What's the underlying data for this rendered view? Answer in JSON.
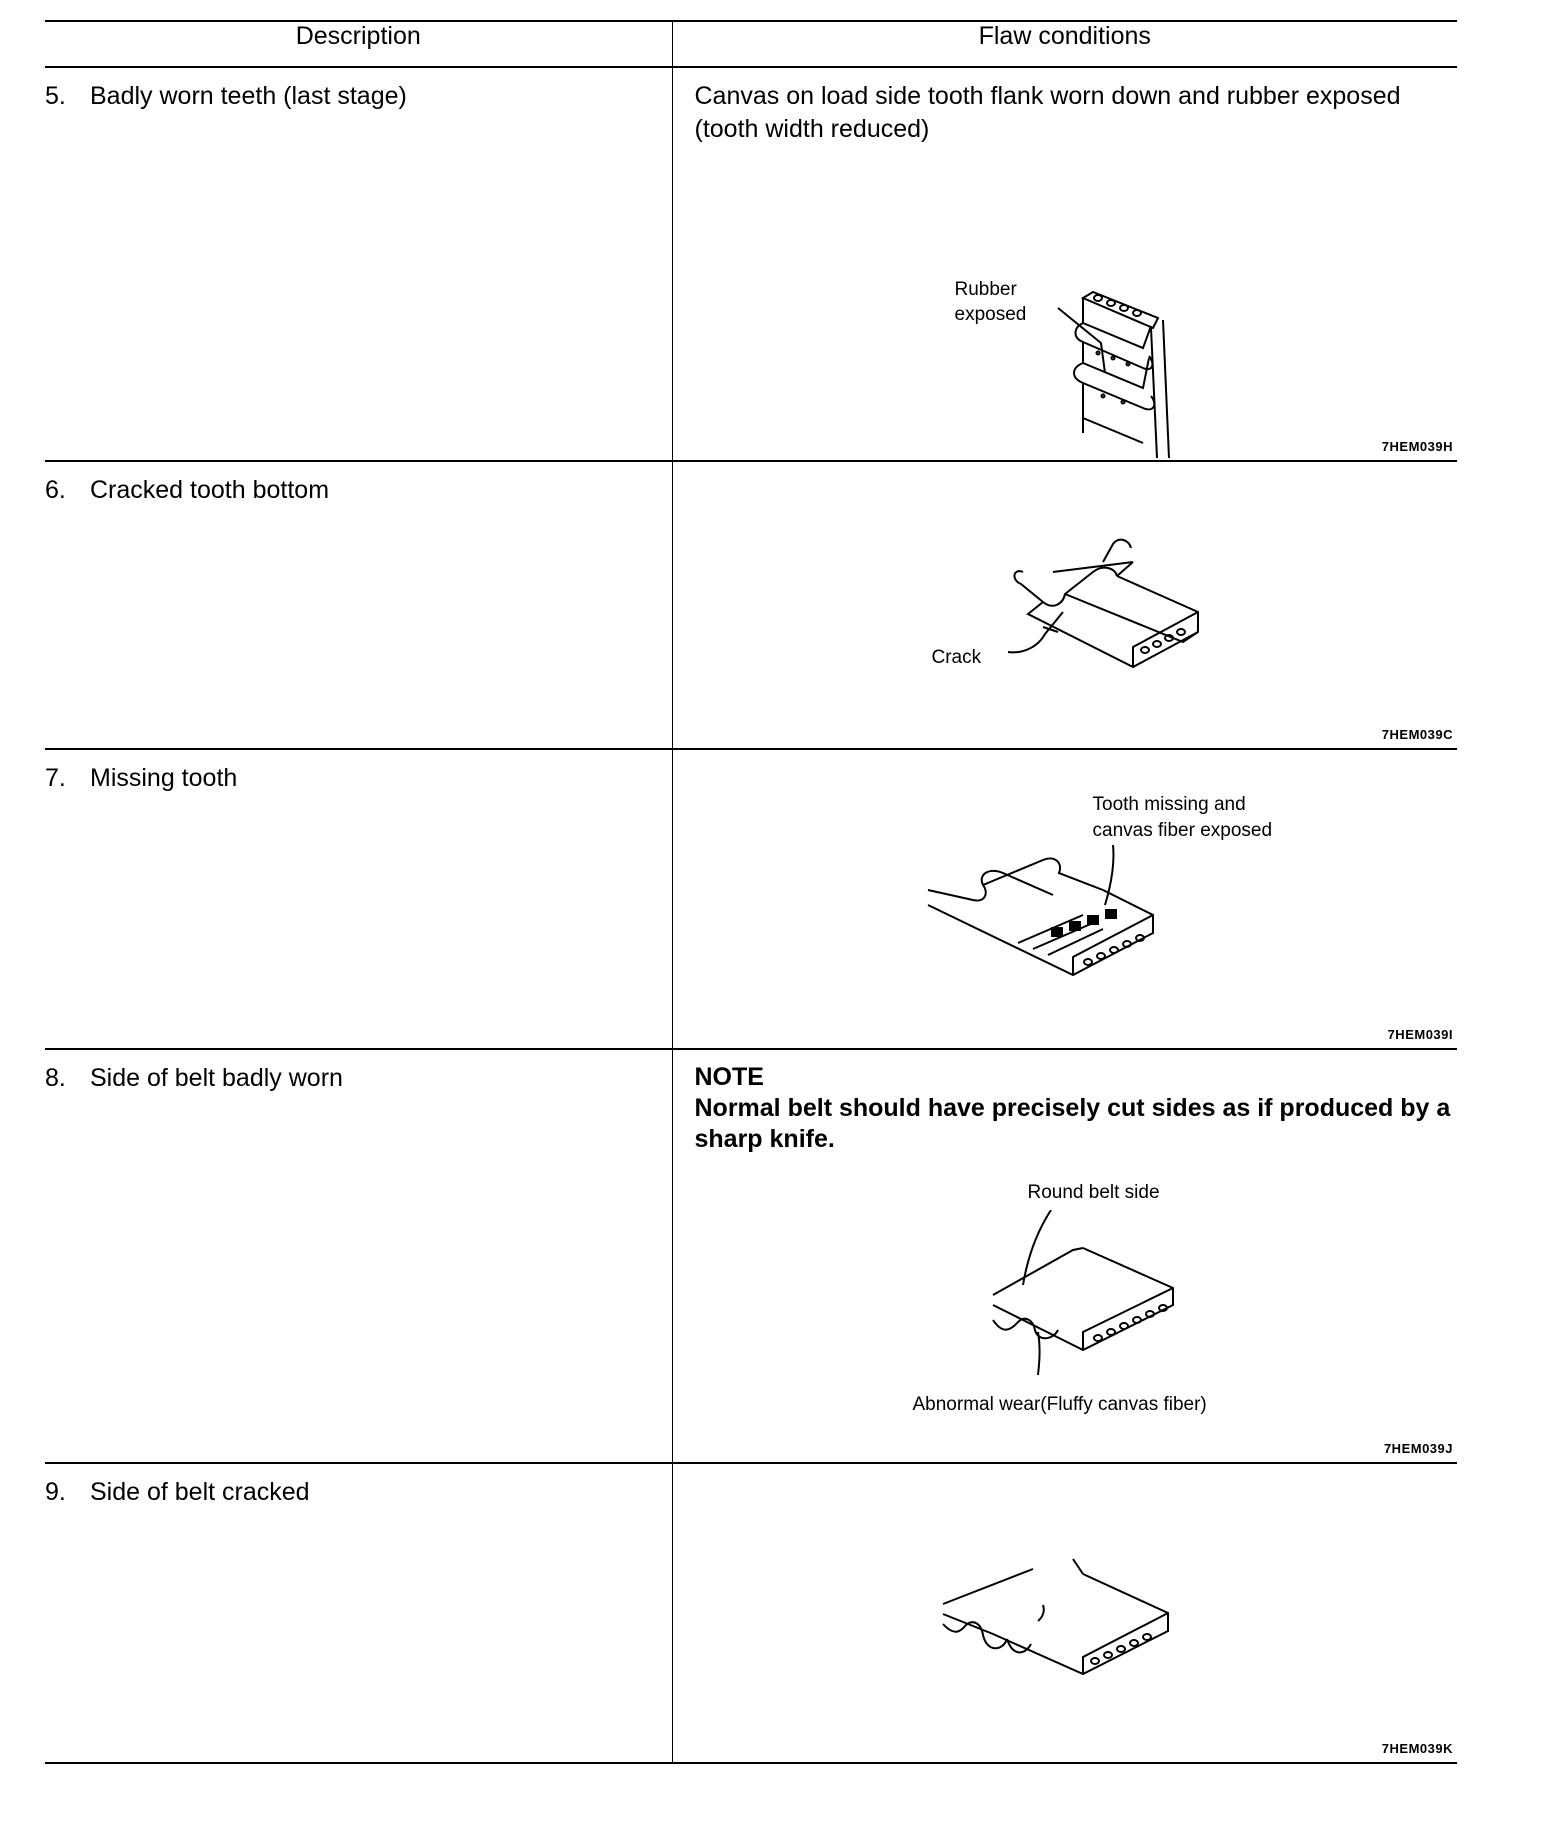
{
  "table": {
    "headers": {
      "description": "Description",
      "flaw_conditions": "Flaw conditions"
    },
    "rows": [
      {
        "number": "5.",
        "description": "Badly worn teeth (last stage)",
        "condition_text": "Canvas on load side tooth flank worn down and rubber exposed (tooth width reduced)",
        "figure": {
          "icon": "worn-teeth-belt-illustration",
          "labels": [
            "Rubber",
            "exposed"
          ]
        },
        "code": "7HEM039H"
      },
      {
        "number": "6.",
        "description": "Cracked tooth bottom",
        "figure": {
          "icon": "cracked-tooth-belt-illustration",
          "labels": [
            "Crack"
          ]
        },
        "code": "7HEM039C"
      },
      {
        "number": "7.",
        "description": "Missing tooth",
        "figure": {
          "icon": "missing-tooth-belt-illustration",
          "labels": [
            "Tooth missing and",
            "canvas fiber exposed"
          ]
        },
        "code": "7HEM039I"
      },
      {
        "number": "8.",
        "description": "Side of belt badly worn",
        "note_title": "NOTE",
        "note_text": "Normal belt should have precisely cut sides as if produced by a sharp knife.",
        "figure": {
          "icon": "worn-belt-side-illustration",
          "labels": [
            "Round belt side",
            "Abnormal wear(Fluffy canvas fiber)"
          ]
        },
        "code": "7HEM039J"
      },
      {
        "number": "9.",
        "description": "Side of belt cracked",
        "figure": {
          "icon": "cracked-belt-side-illustration",
          "labels": []
        },
        "code": "7HEM039K"
      }
    ]
  }
}
